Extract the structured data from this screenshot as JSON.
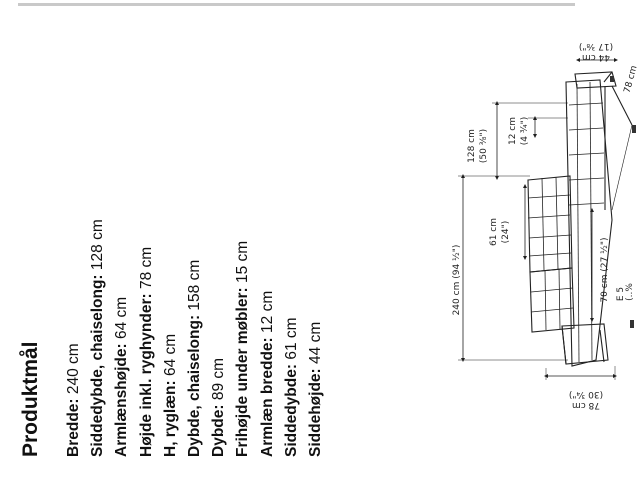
{
  "panel": {
    "title": "Produktmål",
    "dimensions": [
      {
        "label": "Bredde:",
        "value": "240 cm"
      },
      {
        "label": "Siddedybde, chaiselong:",
        "value": "128 cm"
      },
      {
        "label": "Armlænshøjde:",
        "value": "64 cm"
      },
      {
        "label": "Højde inkl. ryghynder:",
        "value": "78 cm"
      },
      {
        "label": "H, ryglæn:",
        "value": "64 cm"
      },
      {
        "label": "Dybde, chaiselong:",
        "value": "158 cm"
      },
      {
        "label": "Dybde:",
        "value": "89 cm"
      },
      {
        "label": "Frihøjde under møbler:",
        "value": "15 cm"
      },
      {
        "label": "Armlæn bredde:",
        "value": "12 cm"
      },
      {
        "label": "Siddedybde:",
        "value": "61 cm"
      },
      {
        "label": "Siddehøjde:",
        "value": "44 cm"
      }
    ]
  },
  "drawing": {
    "total_width": {
      "cm": "240 cm",
      "in": "(94 ½\")"
    },
    "chaise_seat_depth": {
      "cm": "128 cm",
      "in": "(50 ⅜\")"
    },
    "armrest_width": {
      "cm": "12 cm",
      "in": "(4 ¾\")"
    },
    "seat_depth": {
      "cm": "61 cm",
      "in": "(24\")"
    },
    "inner_width": {
      "text": "70 cm (27 ½\")"
    },
    "seat_height": {
      "cm": "44 cm",
      "in": "(17 ⅜\")"
    },
    "back_height": {
      "cm": "78 cm",
      "in": "(30 ¾\")"
    },
    "side_height_partial": {
      "cm": "78 cm"
    },
    "misc_partial": {
      "a": "(..%",
      "b": "E 5"
    }
  }
}
